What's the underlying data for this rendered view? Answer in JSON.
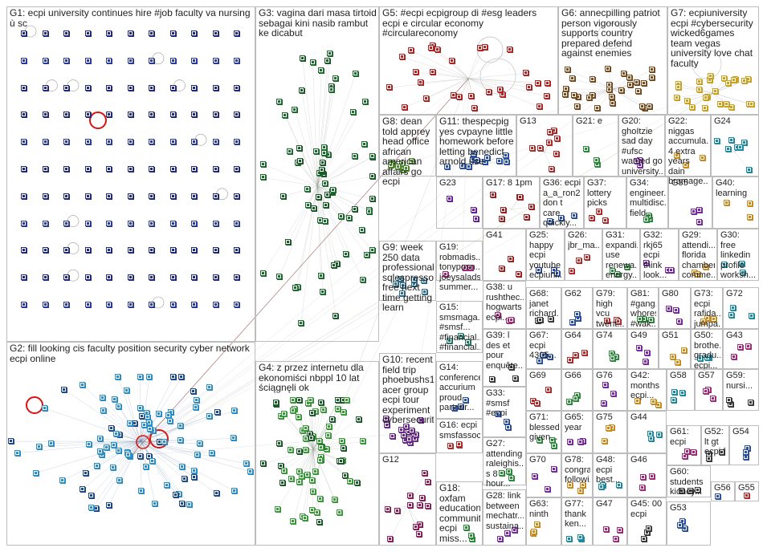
{
  "groups": [
    {
      "id": "G1",
      "label": "G1: ecpi university continues hire #job faculty va nursing ù sc"
    },
    {
      "id": "G2",
      "label": "G2: fill looking cis faculty position security cyber network ecpi online"
    },
    {
      "id": "G3",
      "label": "G3: vagina dari masa tirtoid sebagai kini nasib rambut ke dicabut"
    },
    {
      "id": "G4",
      "label": "G4: z przez internetu dla ekonomiści nbppl 10 lat ściągnęli ok"
    },
    {
      "id": "G5",
      "label": "G5: #ecpi ecpigroup di #esg leaders ecpi e circular economy #circulareconomy"
    },
    {
      "id": "G6",
      "label": "G6: annecpilling patriot person vigorously supports country prepared defend against enemies"
    },
    {
      "id": "G7",
      "label": "G7: ecpiuniversity ecpi #cybersecurity wicked6games team vegas university love chat faculty"
    },
    {
      "id": "G8",
      "label": "G8: dean told apprey head office african american affairs go ecpi"
    },
    {
      "id": "G11",
      "label": "G11: thespecpig yes cvpayne little homework before letting benedict arnold use"
    },
    {
      "id": "G13",
      "label": "G13"
    },
    {
      "id": "G21",
      "label": "G21: e"
    },
    {
      "id": "G20",
      "label": "G20: ghoItzie sad day #ufsc wanted go university..."
    },
    {
      "id": "G22",
      "label": "G22: niggas accumula... 4 extra years dain bramage..."
    },
    {
      "id": "G24",
      "label": "G24"
    },
    {
      "id": "G23",
      "label": "G23"
    },
    {
      "id": "G17",
      "label": "G17: 8 1pm"
    },
    {
      "id": "G36",
      "label": "G36: ecpi a_a_ron2 don t care quickly..."
    },
    {
      "id": "G37",
      "label": "G37: lottery picks"
    },
    {
      "id": "G34",
      "label": "G34: engineer... multidisc... field..."
    },
    {
      "id": "G35",
      "label": "G35"
    },
    {
      "id": "G40",
      "label": "G40: learning"
    },
    {
      "id": "G9",
      "label": "G9: week 250 data professionals sqlespresso free next time getting learn"
    },
    {
      "id": "G19",
      "label": "G19: robmadis... tonyposn... joeysalads summer..."
    },
    {
      "id": "G41",
      "label": "G41"
    },
    {
      "id": "G25",
      "label": "G25: happy ecpi youtube ecpiuni..."
    },
    {
      "id": "G26",
      "label": "G26: jbr_ma..."
    },
    {
      "id": "G31",
      "label": "G31: expandi... use renewa... energy..."
    },
    {
      "id": "G32",
      "label": "G32: rkj65 ecpi think look..."
    },
    {
      "id": "G29",
      "label": "G29: attendi... florida chamber comme..."
    },
    {
      "id": "G30",
      "label": "G30: free linkedin profile worksh..."
    },
    {
      "id": "G38",
      "label": "G38: u rushthec... hogwarts ecpi..."
    },
    {
      "id": "G68",
      "label": "G68: janet richard..."
    },
    {
      "id": "G62",
      "label": "G62"
    },
    {
      "id": "G79",
      "label": "G79: high vcu twent..."
    },
    {
      "id": "G81",
      "label": "G81: #gang... whores #wak..."
    },
    {
      "id": "G80",
      "label": "G80"
    },
    {
      "id": "G73",
      "label": "G73: ecpi rafida... jumpa..."
    },
    {
      "id": "G72",
      "label": "G72"
    },
    {
      "id": "G15",
      "label": "G15: smsmaga... #smsf... #financial... #financial..."
    },
    {
      "id": "G39",
      "label": "G39: l des et pour enquête..."
    },
    {
      "id": "G67",
      "label": "G67: ecpi 4305..."
    },
    {
      "id": "G64",
      "label": "G64"
    },
    {
      "id": "G74",
      "label": "G74"
    },
    {
      "id": "G49",
      "label": "G49"
    },
    {
      "id": "G51",
      "label": "G51"
    },
    {
      "id": "G50",
      "label": "G50: brothe... gradu... ecpi..."
    },
    {
      "id": "G43",
      "label": "G43"
    },
    {
      "id": "G10",
      "label": "G10: recent field trip phoebushs1 acer group ecpi tour experiment cybersecurity"
    },
    {
      "id": "G14",
      "label": "G14: conference accurium proud partner..."
    },
    {
      "id": "G69",
      "label": "G69"
    },
    {
      "id": "G66",
      "label": "G66"
    },
    {
      "id": "G76",
      "label": "G76"
    },
    {
      "id": "G42",
      "label": "G42: months ecpi..."
    },
    {
      "id": "G58",
      "label": "G58"
    },
    {
      "id": "G57",
      "label": "G57"
    },
    {
      "id": "G59",
      "label": "G59: nursi..."
    },
    {
      "id": "G33",
      "label": "G33: #smsf #ecpi"
    },
    {
      "id": "G16",
      "label": "G16: ecpi smsfassoc"
    },
    {
      "id": "G71",
      "label": "G71: blessed given..."
    },
    {
      "id": "G65",
      "label": "G65: year"
    },
    {
      "id": "G75",
      "label": "G75"
    },
    {
      "id": "G44",
      "label": "G44"
    },
    {
      "id": "G61",
      "label": "G61: ecpi"
    },
    {
      "id": "G52",
      "label": "G52: lt gt ecpi f"
    },
    {
      "id": "G54",
      "label": "G54"
    },
    {
      "id": "G12",
      "label": "G12"
    },
    {
      "id": "G27",
      "label": "G27: attending raleighis... s 8 hour..."
    },
    {
      "id": "G70",
      "label": "G70"
    },
    {
      "id": "G78",
      "label": "G78: congra... followi..."
    },
    {
      "id": "G48",
      "label": "G48: ecpi best..."
    },
    {
      "id": "G46",
      "label": "G46"
    },
    {
      "id": "G60",
      "label": "G60: students kidney..."
    },
    {
      "id": "G56",
      "label": "G56"
    },
    {
      "id": "G55",
      "label": "G55"
    },
    {
      "id": "G18",
      "label": "G18: oxfam education community ecpi miss..."
    },
    {
      "id": "G28",
      "label": "G28: link between mechatr... sustaina..."
    },
    {
      "id": "G63",
      "label": "G63: ninth"
    },
    {
      "id": "G77",
      "label": "G77: thank ken..."
    },
    {
      "id": "G47",
      "label": "G47"
    },
    {
      "id": "G45",
      "label": "G45: 00 ecpi"
    },
    {
      "id": "G53",
      "label": "G53"
    }
  ]
}
